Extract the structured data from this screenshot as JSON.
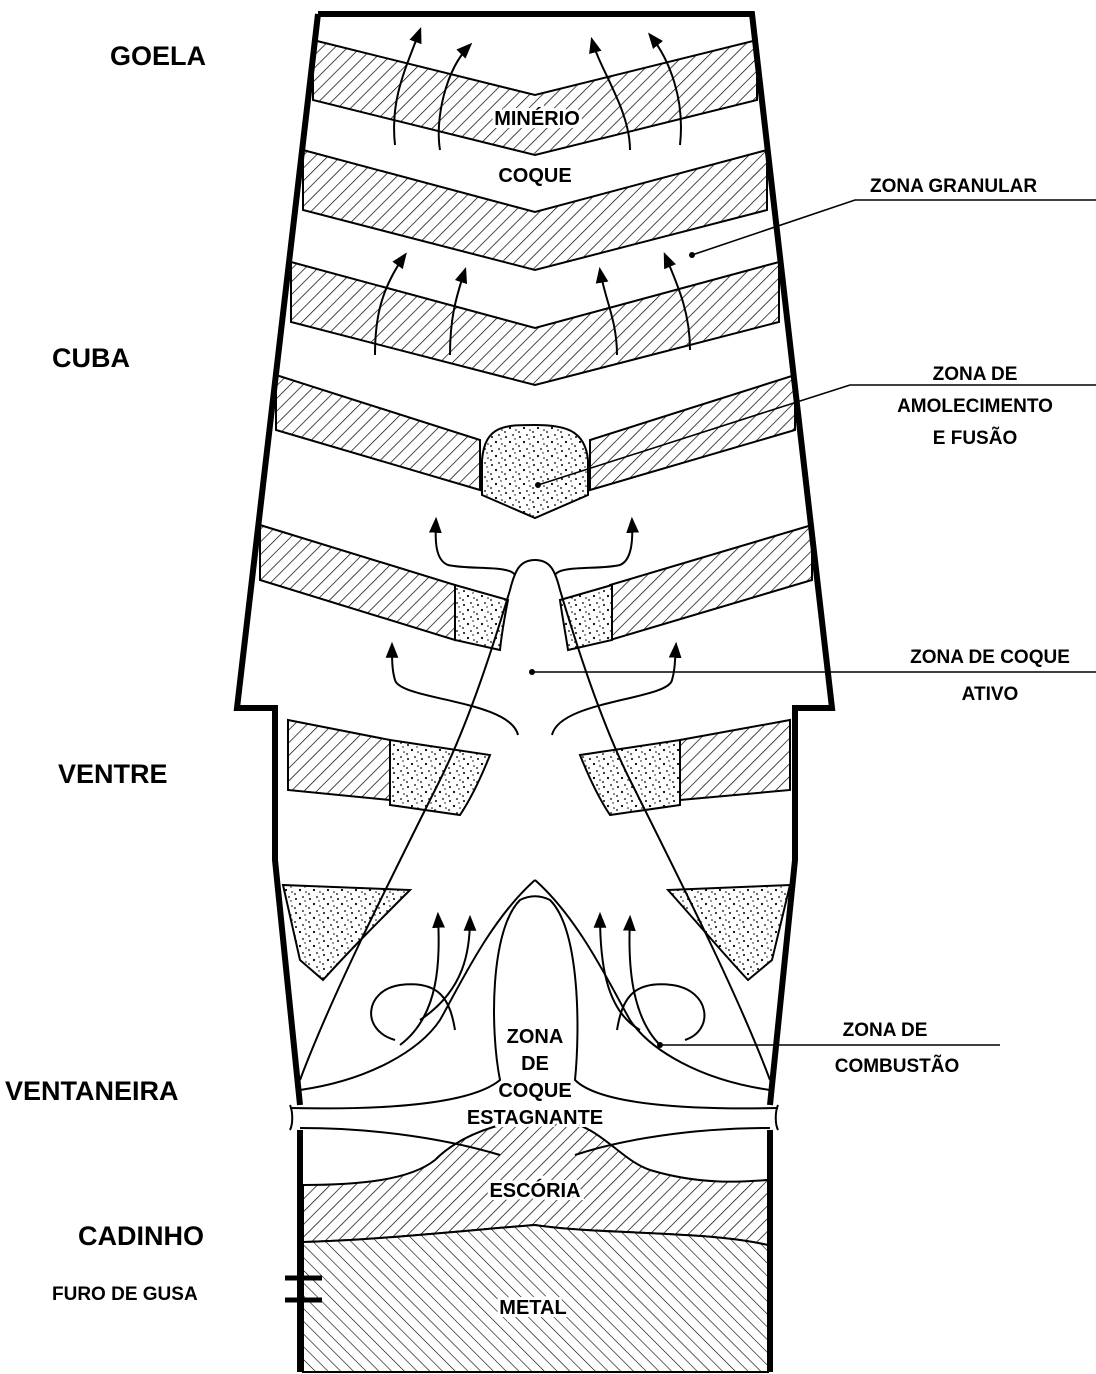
{
  "zones_left": {
    "goela": "GOELA",
    "cuba": "CUBA",
    "ventre": "VENTRE",
    "ventaneira": "VENTANEIRA",
    "cadinho": "CADINHO",
    "furo_gusa": "FURO DE GUSA"
  },
  "zones_right": {
    "granular": "ZONA GRANULAR",
    "amolecimento_1": "ZONA DE",
    "amolecimento_2": "AMOLECIMENTO",
    "amolecimento_3": "E FUSÃO",
    "coque_ativo_1": "ZONA DE COQUE",
    "coque_ativo_2": "ATIVO",
    "combustao_1": "ZONA DE",
    "combustao_2": "COMBUSTÃO"
  },
  "inner": {
    "minerio": "MINÉRIO",
    "coque": "COQUE",
    "estagnante_1": "ZONA",
    "estagnante_2": "DE",
    "estagnante_3": "COQUE",
    "estagnante_4": "ESTAGNANTE",
    "escoria": "ESCÓRIA",
    "metal": "METAL"
  }
}
